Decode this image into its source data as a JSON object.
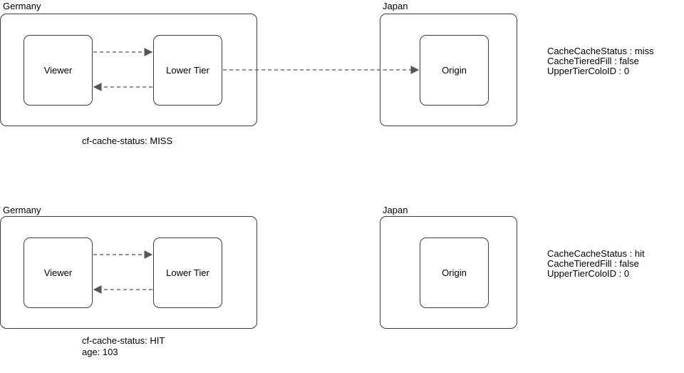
{
  "miss_scenario": {
    "germany_label": "Germany",
    "japan_label": "Japan",
    "viewer": "Viewer",
    "lower_tier": "Lower Tier",
    "origin": "Origin",
    "status_line": "cf-cache-status: MISS",
    "metrics": {
      "cache_status": "CacheCacheStatus : miss",
      "tiered_fill": "CacheTieredFill : false",
      "upper_tier": "UpperTierColoID : 0"
    }
  },
  "hit_scenario": {
    "germany_label": "Germany",
    "japan_label": "Japan",
    "viewer": "Viewer",
    "lower_tier": "Lower Tier",
    "origin": "Origin",
    "status_line": "cf-cache-status: HIT",
    "age_line": "age: 103",
    "metrics": {
      "cache_status": "CacheCacheStatus : hit",
      "tiered_fill": "CacheTieredFill : false",
      "upper_tier": "UpperTierColoID : 0"
    }
  },
  "colors": {
    "stroke": "#3c3c3c",
    "arrow": "#555555"
  }
}
